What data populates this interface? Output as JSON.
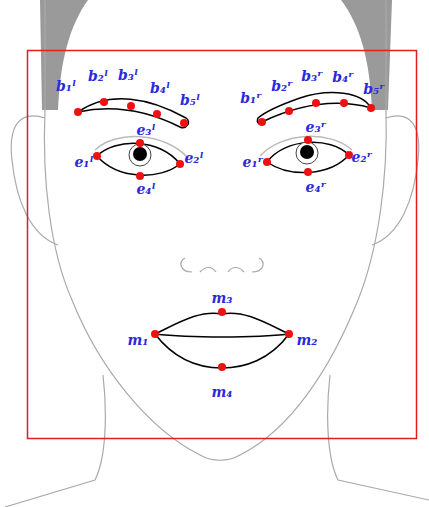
{
  "diagram": {
    "labels": [
      "b₁ˡ",
      "b₂ˡ",
      "b₃ˡ",
      "b₄ˡ",
      "b₅ˡ",
      "b₁ʳ",
      "b₂ʳ",
      "b₃ʳ",
      "b₄ʳ",
      "b₅ʳ",
      "e₃ˡ",
      "e₃ʳ",
      "e₁ˡ",
      "e₂ˡ",
      "e₁ʳ",
      "e₂ʳ",
      "e₄ˡ",
      "e₄ʳ",
      "m₃",
      "m₁",
      "m₂",
      "m₄"
    ]
  }
}
